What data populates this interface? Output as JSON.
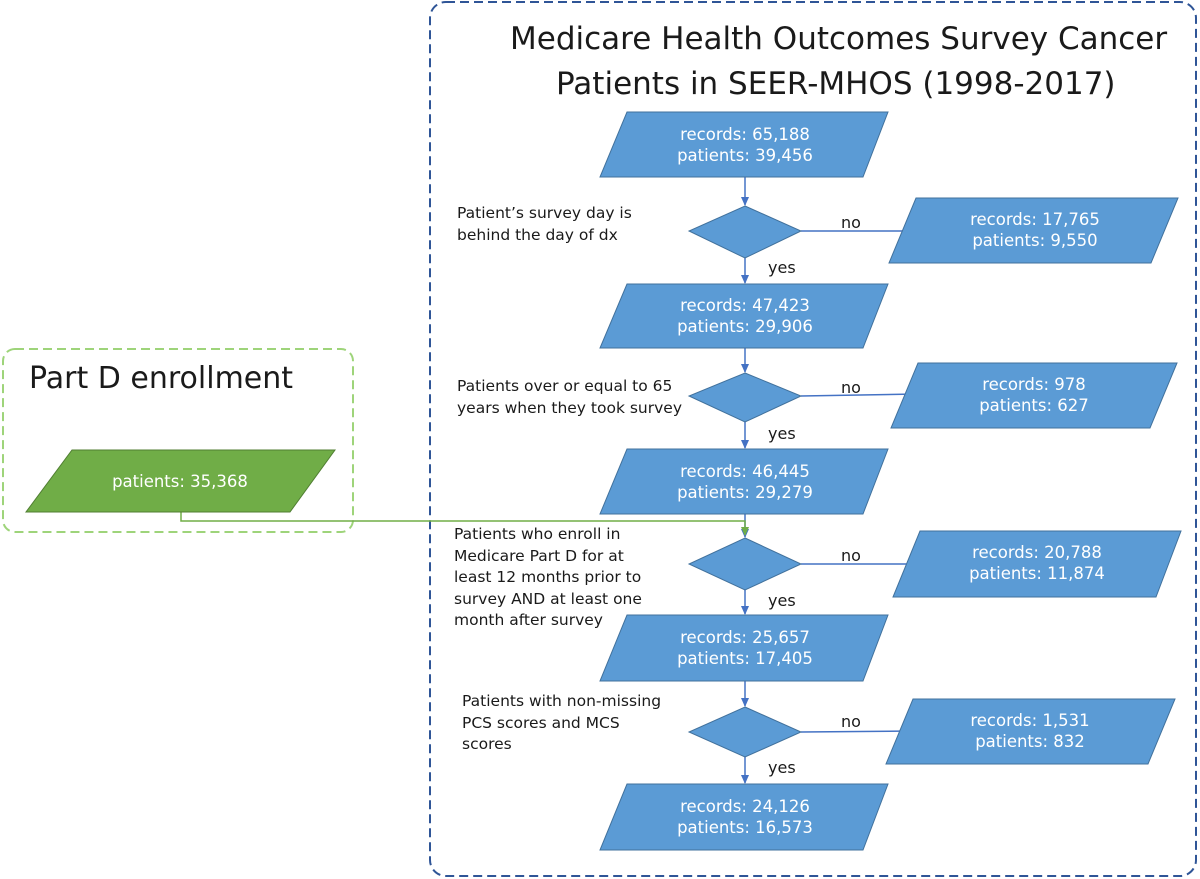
{
  "main_panel": {
    "title_line1": "Medicare Health Outcomes Survey Cancer",
    "title_line2": "Patients in SEER-MHOS (1998-2017)"
  },
  "side_panel": {
    "title": "Part D enrollment",
    "box": {
      "line1": "patients: 35,368"
    }
  },
  "colors": {
    "main_box": "#5b9bd5",
    "side_box": "#70ad47",
    "main_border": "#2f5597",
    "side_border": "#9ed47a"
  },
  "labels": {
    "yes": "yes",
    "no": "no"
  },
  "boxes": {
    "b0": {
      "line1": "records: 65,188",
      "line2": "patients: 39,456"
    },
    "b1": {
      "line1": "records: 47,423",
      "line2": "patients: 29,906"
    },
    "b2": {
      "line1": "records: 46,445",
      "line2": "patients: 29,279"
    },
    "b3": {
      "line1": "records: 25,657",
      "line2": "patients: 17,405"
    },
    "b4": {
      "line1": "records: 24,126",
      "line2": "patients: 16,573"
    }
  },
  "excluded": {
    "e1": {
      "line1": "records: 17,765",
      "line2": "patients: 9,550"
    },
    "e2": {
      "line1": "records: 978",
      "line2": "patients: 627"
    },
    "e3": {
      "line1": "records: 20,788",
      "line2": "patients: 11,874"
    },
    "e4": {
      "line1": "records: 1,531",
      "line2": "patients: 832"
    }
  },
  "conditions": {
    "c1": {
      "line1": "Patient’s survey day is",
      "line2": "behind the day of dx"
    },
    "c2": {
      "line1": "Patients over or equal to 65",
      "line2": "years when they took survey"
    },
    "c3": {
      "line1": "Patients who enroll in",
      "line2": "Medicare Part D for at",
      "line3": "least 12 months prior to",
      "line4": "survey AND at least one",
      "line5": "month after survey"
    },
    "c4": {
      "line1": "Patients with non-missing",
      "line2": "PCS scores and  MCS",
      "line3": "scores"
    }
  }
}
